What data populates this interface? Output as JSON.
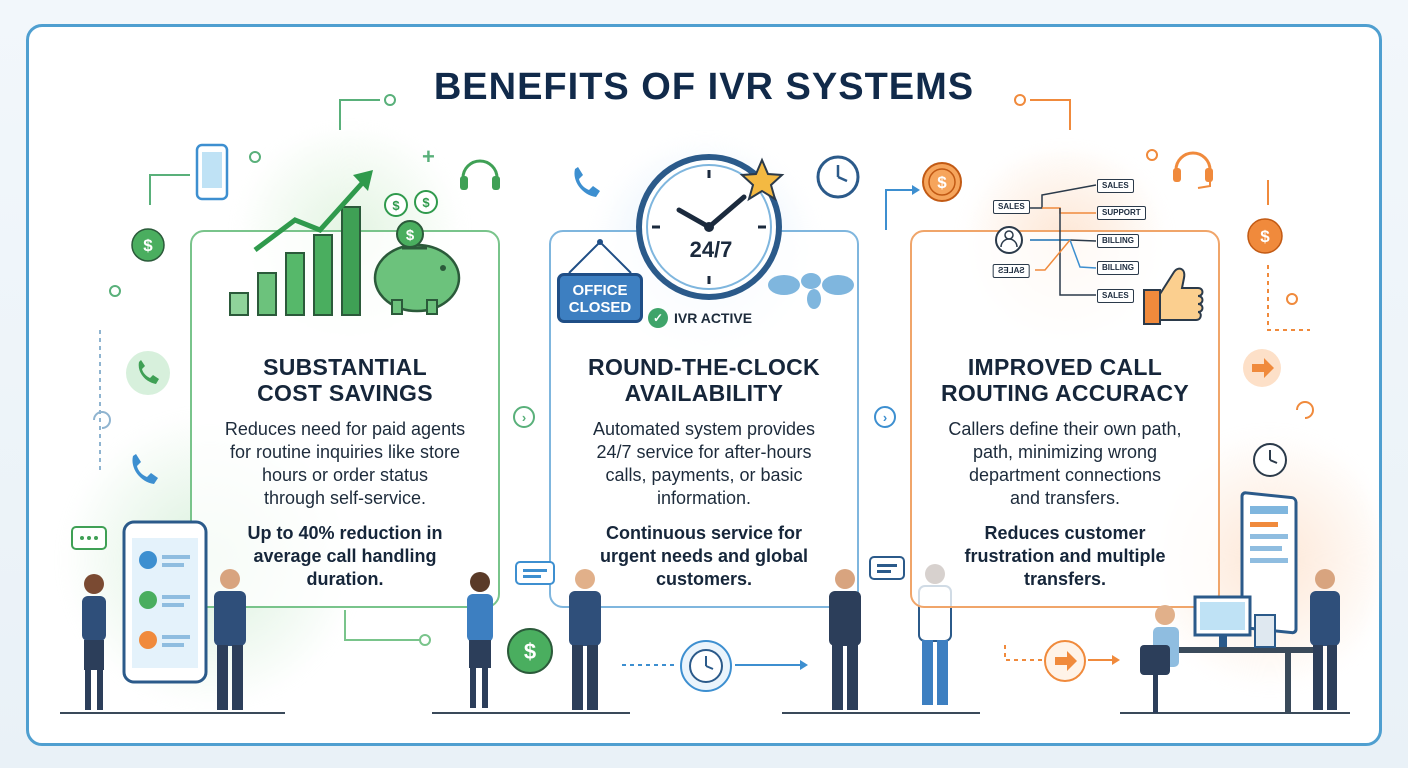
{
  "title": "BENEFITS OF IVR SYSTEMS",
  "colors": {
    "green": "#4fb36a",
    "blue": "#3d8fd0",
    "orange": "#f08a3c",
    "navy": "#112a4a"
  },
  "cards": [
    {
      "heading": [
        "SUBSTANTIAL",
        "COST SAVINGS"
      ],
      "description": [
        "Reduces need for paid agents",
        "for routine inquiries like store",
        "hours or order status",
        "through self-service."
      ],
      "highlight": [
        "Up to 40% reduction in",
        "average call handling",
        "duration."
      ],
      "icon": "piggy-bank-growth-chart"
    },
    {
      "heading": [
        "ROUND-THE-CLOCK",
        "AVAILABILITY"
      ],
      "description": [
        "Automated system provides",
        "24/7 service for after-hours",
        "calls, payments, or basic",
        "information."
      ],
      "highlight": [
        "Continuous service for",
        "urgent needs and global",
        "customers."
      ],
      "icon": "clock-24-7",
      "clock_label": "24/7",
      "office_sign": [
        "OFFICE",
        "CLOSED"
      ],
      "status_label": "IVR ACTIVE"
    },
    {
      "heading": [
        "IMPROVED CALL",
        "ROUTING ACCURACY"
      ],
      "description": [
        "Callers define their own path,",
        "path, minimizing wrong",
        "department connections",
        "and transfers."
      ],
      "highlight": [
        "Reduces customer",
        "frustration and multiple",
        "transfers."
      ],
      "icon": "call-routing-tree",
      "routes": [
        "SALES",
        "SUPPORT",
        "BILLING",
        "BILLING",
        "SALES"
      ],
      "source_label": "SALES",
      "mirrored_label": "SALES"
    }
  ],
  "decor_icons": [
    "smartphone-icon",
    "dollar-coin-icon",
    "phone-icon",
    "headset-icon",
    "clock-icon",
    "star-icon",
    "world-map-icon",
    "thumbs-up-icon",
    "arrow-right-icon",
    "refresh-icon",
    "chat-bubble-icon",
    "computer-monitor-icon"
  ]
}
